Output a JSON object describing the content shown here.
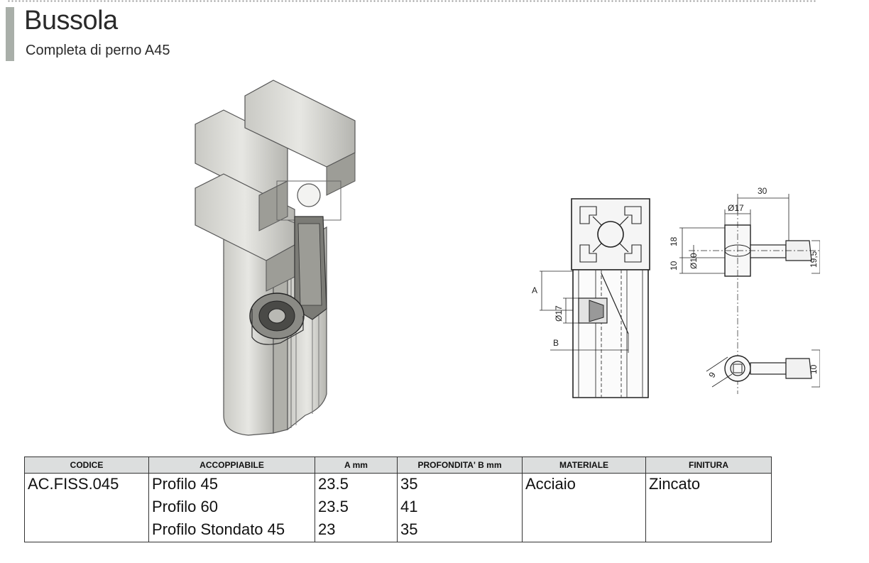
{
  "header": {
    "title": "Bussola",
    "subtitle": "Completa di perno A45"
  },
  "drawing": {
    "dim_30": "30",
    "dim_d17_top": "Ø17",
    "dim_18": "18",
    "dim_10_left": "10",
    "dim_d10": "Ø10",
    "dim_19_5": "19,5",
    "dim_A": "A",
    "dim_d17_side": "Ø17",
    "dim_B": "B",
    "dim_9": "9",
    "dim_10_bottom": "10"
  },
  "table": {
    "headers": [
      "CODICE",
      "ACCOPPIABILE",
      "A mm",
      "PROFONDITA' B mm",
      "MATERIALE",
      "FINITURA"
    ],
    "rows": [
      [
        "AC.FISS.045",
        "Profilo 45",
        "23.5",
        "35",
        "Acciaio",
        "Zincato"
      ],
      [
        "",
        "Profilo 60",
        "23.5",
        "41",
        "",
        ""
      ],
      [
        "",
        "Profilo Stondato 45",
        "23",
        "35",
        "",
        ""
      ]
    ]
  },
  "colors": {
    "accent_bar": "#a9afa9",
    "header_bg": "#dcdede"
  }
}
